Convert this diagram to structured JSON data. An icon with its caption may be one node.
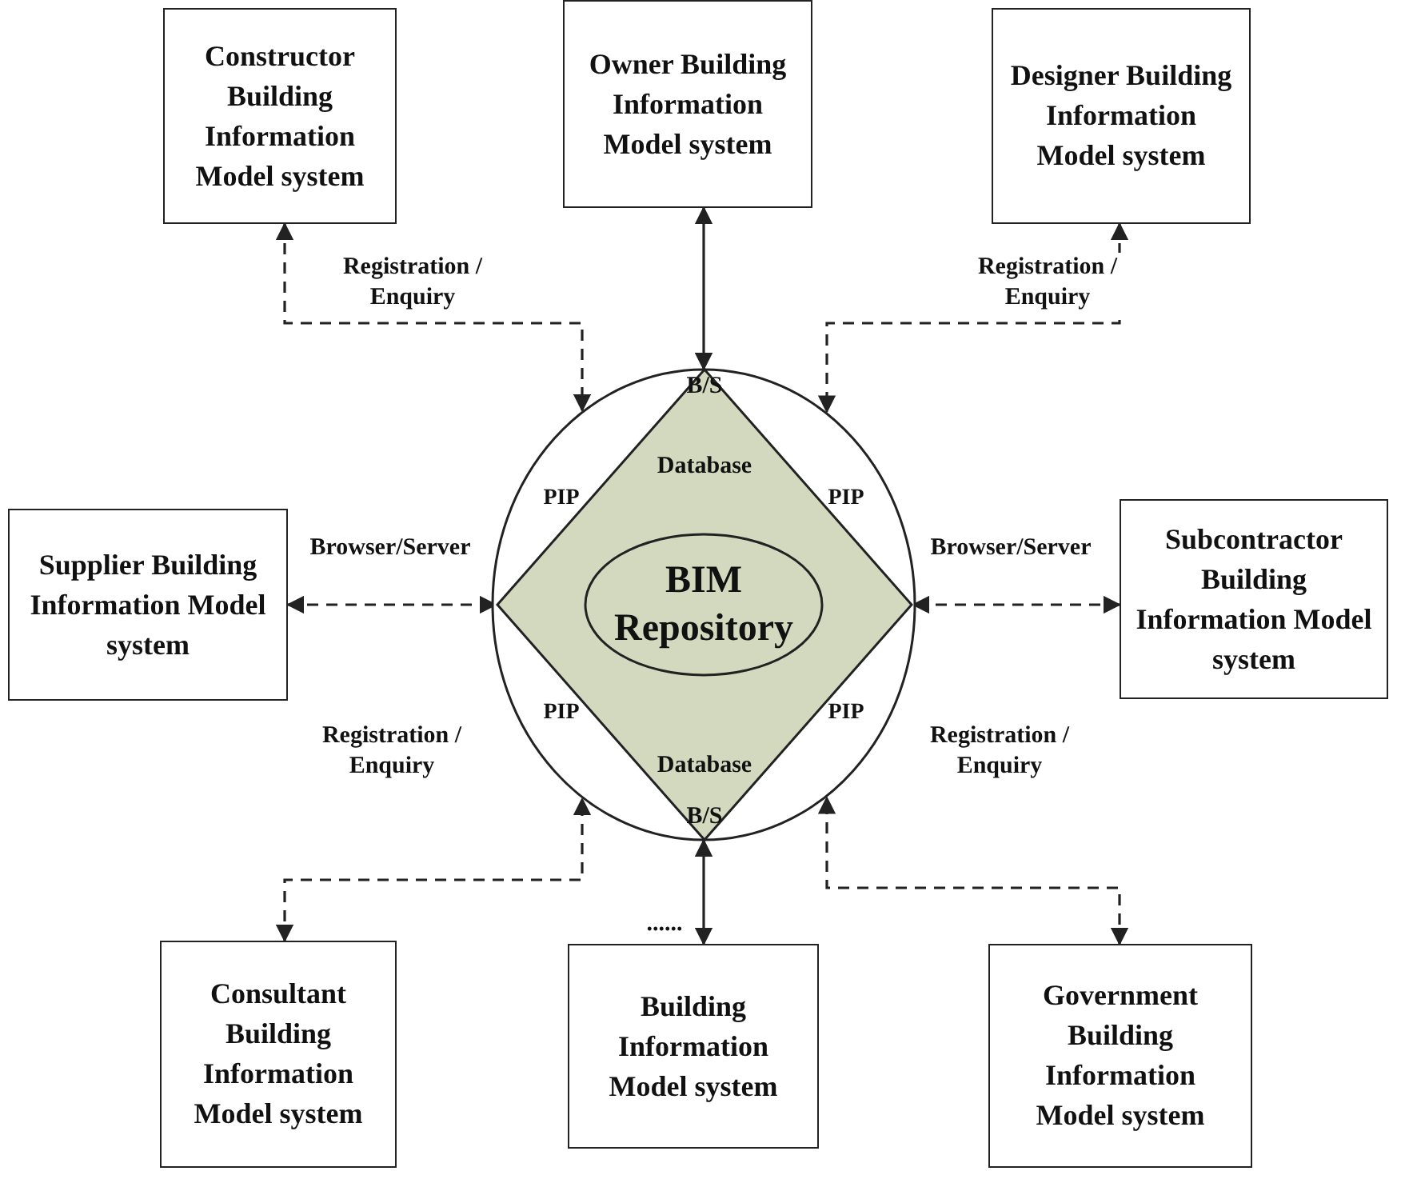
{
  "diagram": {
    "nodes": [
      {
        "text": [
          "Constructor Building Information Model system"
        ]
      },
      {
        "text": [
          "Owner Building Information Model system"
        ]
      },
      {
        "text": [
          "Designer Building Information Model system"
        ]
      },
      {
        "text": [],
        "shape": "circle"
      },
      {
        "text": [
          "B/S",
          "Database",
          "Database",
          "B/S"
        ],
        "in": 3
      },
      {
        "text": [
          "BIM Repository"
        ],
        "in": 4
      },
      {
        "text": [
          "Supplier Building Information Model system"
        ]
      },
      {
        "text": [
          "Subcontractor Building Information Model system"
        ]
      },
      {
        "text": [
          "Consultant Building Information Model system"
        ]
      },
      {
        "text": [
          "Building Information Model system"
        ],
        "beside": [
          "......"
        ]
      },
      {
        "text": [
          "Government Building Information Model system"
        ]
      }
    ],
    "edges": [
      {
        "from": 0,
        "to": 3,
        "arrow": "both",
        "style": "dashed",
        "label": "Registration / Enquiry"
      },
      {
        "from": 1,
        "to": 4,
        "arrow": "both"
      },
      {
        "from": 2,
        "to": 3,
        "arrow": "both",
        "style": "dashed",
        "label": "Registration / Enquiry"
      },
      {
        "from": 6,
        "to": 4,
        "arrow": "both",
        "style": "dashed",
        "label": "Browser/Server"
      },
      {
        "from": 7,
        "to": 4,
        "arrow": "both",
        "style": "dashed",
        "label": "Browser/Server"
      },
      {
        "from": 8,
        "to": 3,
        "arrow": "both",
        "style": "dashed",
        "label": "Registration / Enquiry"
      },
      {
        "from": 9,
        "to": 4,
        "arrow": "both"
      },
      {
        "from": 10,
        "to": 3,
        "arrow": "both",
        "style": "dashed",
        "label": "Registration / Enquiry"
      }
    ],
    "labels": [
      "PIP",
      "PIP",
      "PIP",
      "PIP"
    ]
  }
}
